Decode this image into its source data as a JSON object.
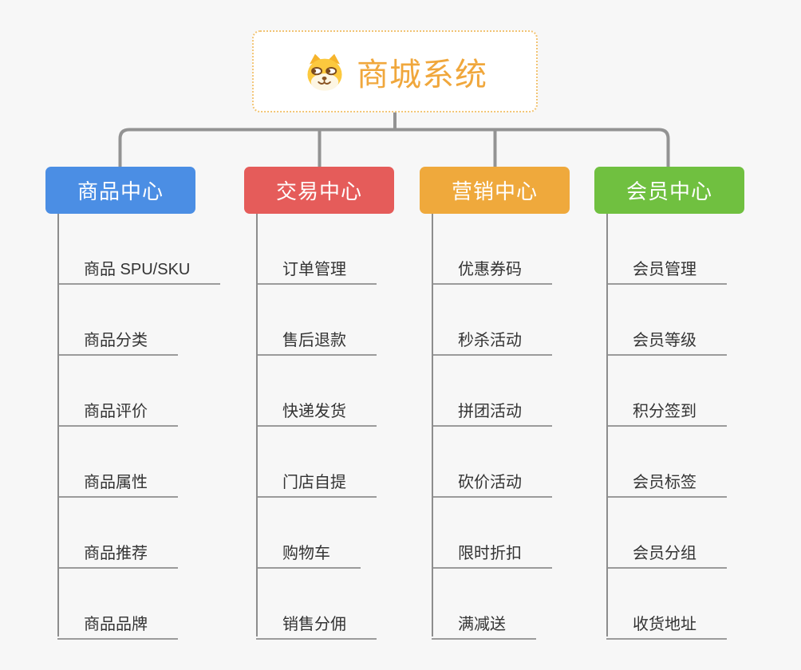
{
  "page": {
    "background_color": "#F7F7F7",
    "connector_color": "#939393"
  },
  "root": {
    "title": "商城系统",
    "title_color": "#F0A73C",
    "border_color": "#F2C474",
    "icon": "doge-icon"
  },
  "branches": [
    {
      "label": "商品中心",
      "color": "#4B8EE4",
      "children": [
        "商品 SPU/SKU",
        "商品分类",
        "商品评价",
        "商品属性",
        "商品推荐",
        "商品品牌"
      ]
    },
    {
      "label": "交易中心",
      "color": "#E55C5A",
      "children": [
        "订单管理",
        "售后退款",
        "快递发货",
        "门店自提",
        "购物车",
        "销售分佣"
      ]
    },
    {
      "label": "营销中心",
      "color": "#EFA93C",
      "children": [
        "优惠券码",
        "秒杀活动",
        "拼团活动",
        "砍价活动",
        "限时折扣",
        "满减送"
      ]
    },
    {
      "label": "会员中心",
      "color": "#70C040",
      "children": [
        "会员管理",
        "会员等级",
        "积分签到",
        "会员标签",
        "会员分组",
        "收货地址"
      ]
    }
  ]
}
